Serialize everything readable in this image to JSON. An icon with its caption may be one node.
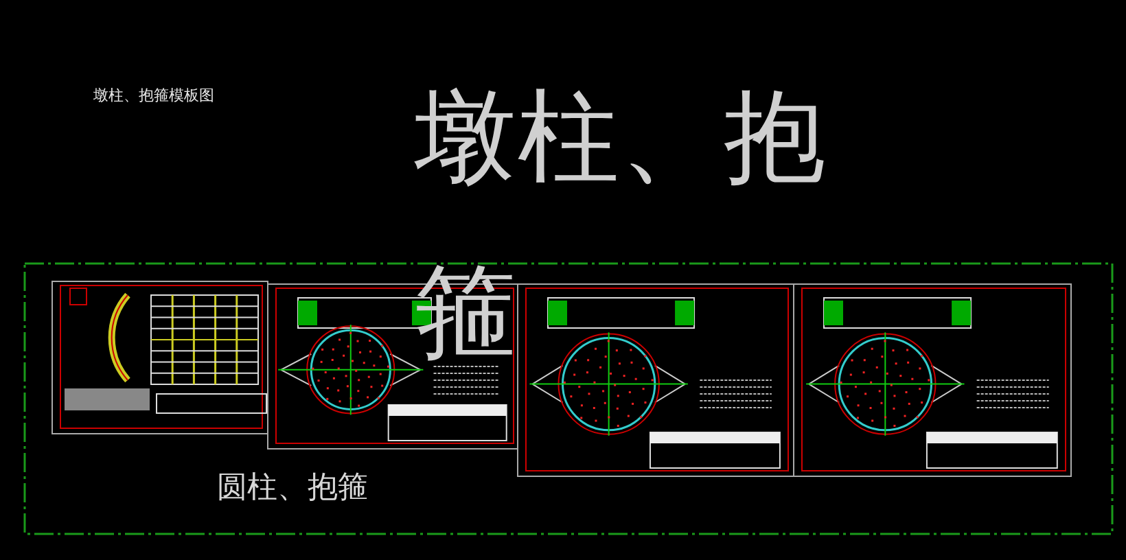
{
  "diagram": {
    "labels": [
      "墩柱、抱箍模板图",
      "墩柱、抱箍",
      "圆柱、抱箍"
    ]
  }
}
